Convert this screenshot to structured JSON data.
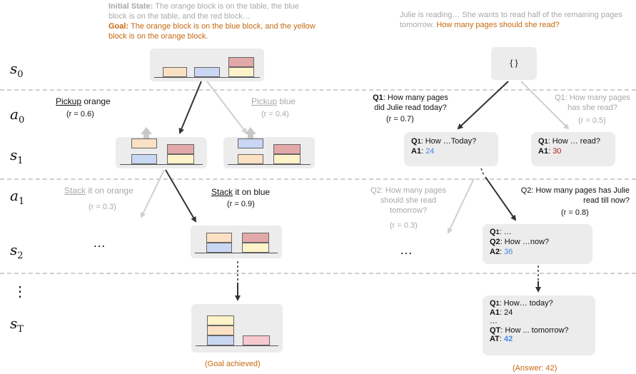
{
  "left": {
    "initial_state_label": "Initial State:",
    "initial_state_text": "The orange block is on the table, the blue block is on the table, and the red block…",
    "goal_label": "Goal:",
    "goal_text": "The orange block is on the blue block, and the yellow block is on the orange block.",
    "action_pickup_orange_verb": "Pickup",
    "action_pickup_orange_obj": "orange",
    "r_pickup_orange": "(r = 0.6)",
    "action_pickup_blue_verb": "Pickup",
    "action_pickup_blue_obj": "blue",
    "r_pickup_blue": "(r = 0.4)",
    "action_stack_orange_verb": "Stack",
    "action_stack_orange_obj": "it on orange",
    "r_stack_orange": "(r = 0.3)",
    "action_stack_blue_verb": "Stack",
    "action_stack_blue_obj": "it on blue",
    "r_stack_blue": "(r = 0.9)",
    "ellipsis": "…",
    "goal_achieved": "(Goal achieved)"
  },
  "labels": {
    "s0": "s",
    "s0_sub": "0",
    "a0": "a",
    "a0_sub": "0",
    "s1": "s",
    "s1_sub": "1",
    "a1": "a",
    "a1_sub": "1",
    "s2": "s",
    "s2_sub": "2",
    "vdots": "⋮",
    "sT": "s",
    "sT_sub": "T"
  },
  "right": {
    "problem_text": "Julie is reading… She wants to read half of the remaining pages tomorrow.",
    "question_text": "How many pages should she read?",
    "root_node": "{ }",
    "q1_left_tag": "Q1",
    "q1_left_text": ": How many pages did Julie read today?",
    "r_q1_left": "(r = 0.7)",
    "q1_right_text": "Q1: How many pages has she read?",
    "r_q1_right": "(r = 0.5)",
    "node1_q": ": How …Today?",
    "node1_a_tag": "A1",
    "node1_a_val": "24",
    "node2_q": ": How … read?",
    "node2_a_tag": "A1",
    "node2_a_val": "30",
    "q2_left_text": "Q2: How many pages should she read tomorrow?",
    "r_q2_left": "(r = 0.3)",
    "q2_right_text": "Q2: How many pages has Julie read till now?",
    "r_q2_right": "(r = 0.8)",
    "node3_q1": ": …",
    "node3_q2_tag": "Q2",
    "node3_q2": ": How …now?",
    "node3_a_tag": "A2",
    "node3_a_val": "36",
    "ellipsis": "…",
    "final_q1": ":  How… today?",
    "final_a1_tag": "A1",
    "final_a1": ": 24",
    "final_dots": "…",
    "final_qt_tag": "QT",
    "final_qt": ": How ... tomorrow?",
    "final_at_tag": "AT",
    "final_at_val": "42",
    "answer_text": "(Answer: 42)"
  },
  "colors": {
    "orange_block": "#fbe0c3",
    "blue_block": "#c9d6f4",
    "red_block": "#e3a9a9",
    "yellow_block": "#fdf2c8",
    "goal_text": "#c66a12",
    "answer_blue": "#4a86e8",
    "answer_red": "#b32020",
    "faded": "#a9a9a9"
  }
}
